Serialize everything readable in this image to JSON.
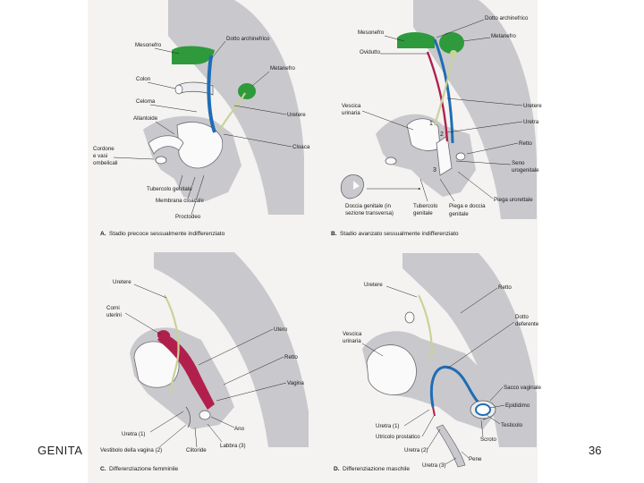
{
  "slide": {
    "left_text": "GENITA",
    "page_number": "36"
  },
  "panelA": {
    "labels": {
      "mesonefro": "Mesonefro",
      "dotto_archinefrico": "Dotto archinefrico",
      "metanefro": "Metanefro",
      "colon": "Colon",
      "celoma": "Celoma",
      "allantoide": "Allantoide",
      "uretere": "Uretere",
      "cloaca": "Cloaca",
      "cordone": "Cordone",
      "e_vasi": "e vasi",
      "ombelicali": "ombelicali",
      "tubercolo_genitale": "Tubercolo genitale",
      "membrana_cloacale": "Membrana cloacale",
      "proctodeo": "Proctodeo"
    },
    "caption_letter": "A.",
    "caption": "Stadio precoce sessualmente indifferenziato"
  },
  "panelB": {
    "labels": {
      "mesonefro": "Mesonefro",
      "dotto_archinefrico": "Dotto archinefrico",
      "metanefro": "Metanefro",
      "ovidutto": "Ovidutto",
      "vescica": "Vescica",
      "urinaria": "urinaria",
      "uretere": "Uretere",
      "uretra": "Uretra",
      "retto": "Retto",
      "seno": "Seno",
      "urogenitale": "urogenitale",
      "piega_urorettale": "Piega urorettale",
      "doccia_genitale": "Doccia genitale (in",
      "sezione_trasversa": "sezione transversa)",
      "tubercolo": "Tubercolo",
      "genitale": "genitale",
      "piega_e_doccia": "Piega e doccia",
      "genitale2": "genitale",
      "n1": "1",
      "n2": "2",
      "n3": "3"
    },
    "caption_letter": "B.",
    "caption": "Stadio avanzato sessualmente indifferenziato"
  },
  "panelC": {
    "labels": {
      "uretere": "Uretere",
      "corni": "Corni",
      "uterini": "uterini",
      "utero": "Utero",
      "retto": "Retto",
      "vagina": "Vagina",
      "uretra": "Uretra (1)",
      "ano": "Ano",
      "vestibolo": "Vestibolo della vagina (2)",
      "clitoride": "Clitoride",
      "labbra": "Labbra (3)"
    },
    "caption_letter": "C.",
    "caption": "Differenziazione femminile"
  },
  "panelD": {
    "labels": {
      "uretere": "Uretere",
      "retto": "Retto",
      "vescica": "Vescica",
      "urinaria": "urinaria",
      "dotto": "Dotto",
      "deferente": "deferente",
      "sacco_vaginale": "Sacco vaginale",
      "epididimo": "Epididimo",
      "testicolo": "Testicolo",
      "uretra1": "Uretra (1)",
      "utricolo": "Utricolo prostatico",
      "uretra2": "Uretra (2)",
      "scroto": "Scroto",
      "pene": "Pene",
      "uretra3": "Uretra (3)"
    },
    "caption_letter": "D.",
    "caption": "Differenziazione maschile"
  },
  "colors": {
    "green": "#2e9a3c",
    "blue": "#1f6db5",
    "crimson": "#b1204c",
    "tissue": "#c9c8cc",
    "yellowgreen": "#c8d39a"
  }
}
